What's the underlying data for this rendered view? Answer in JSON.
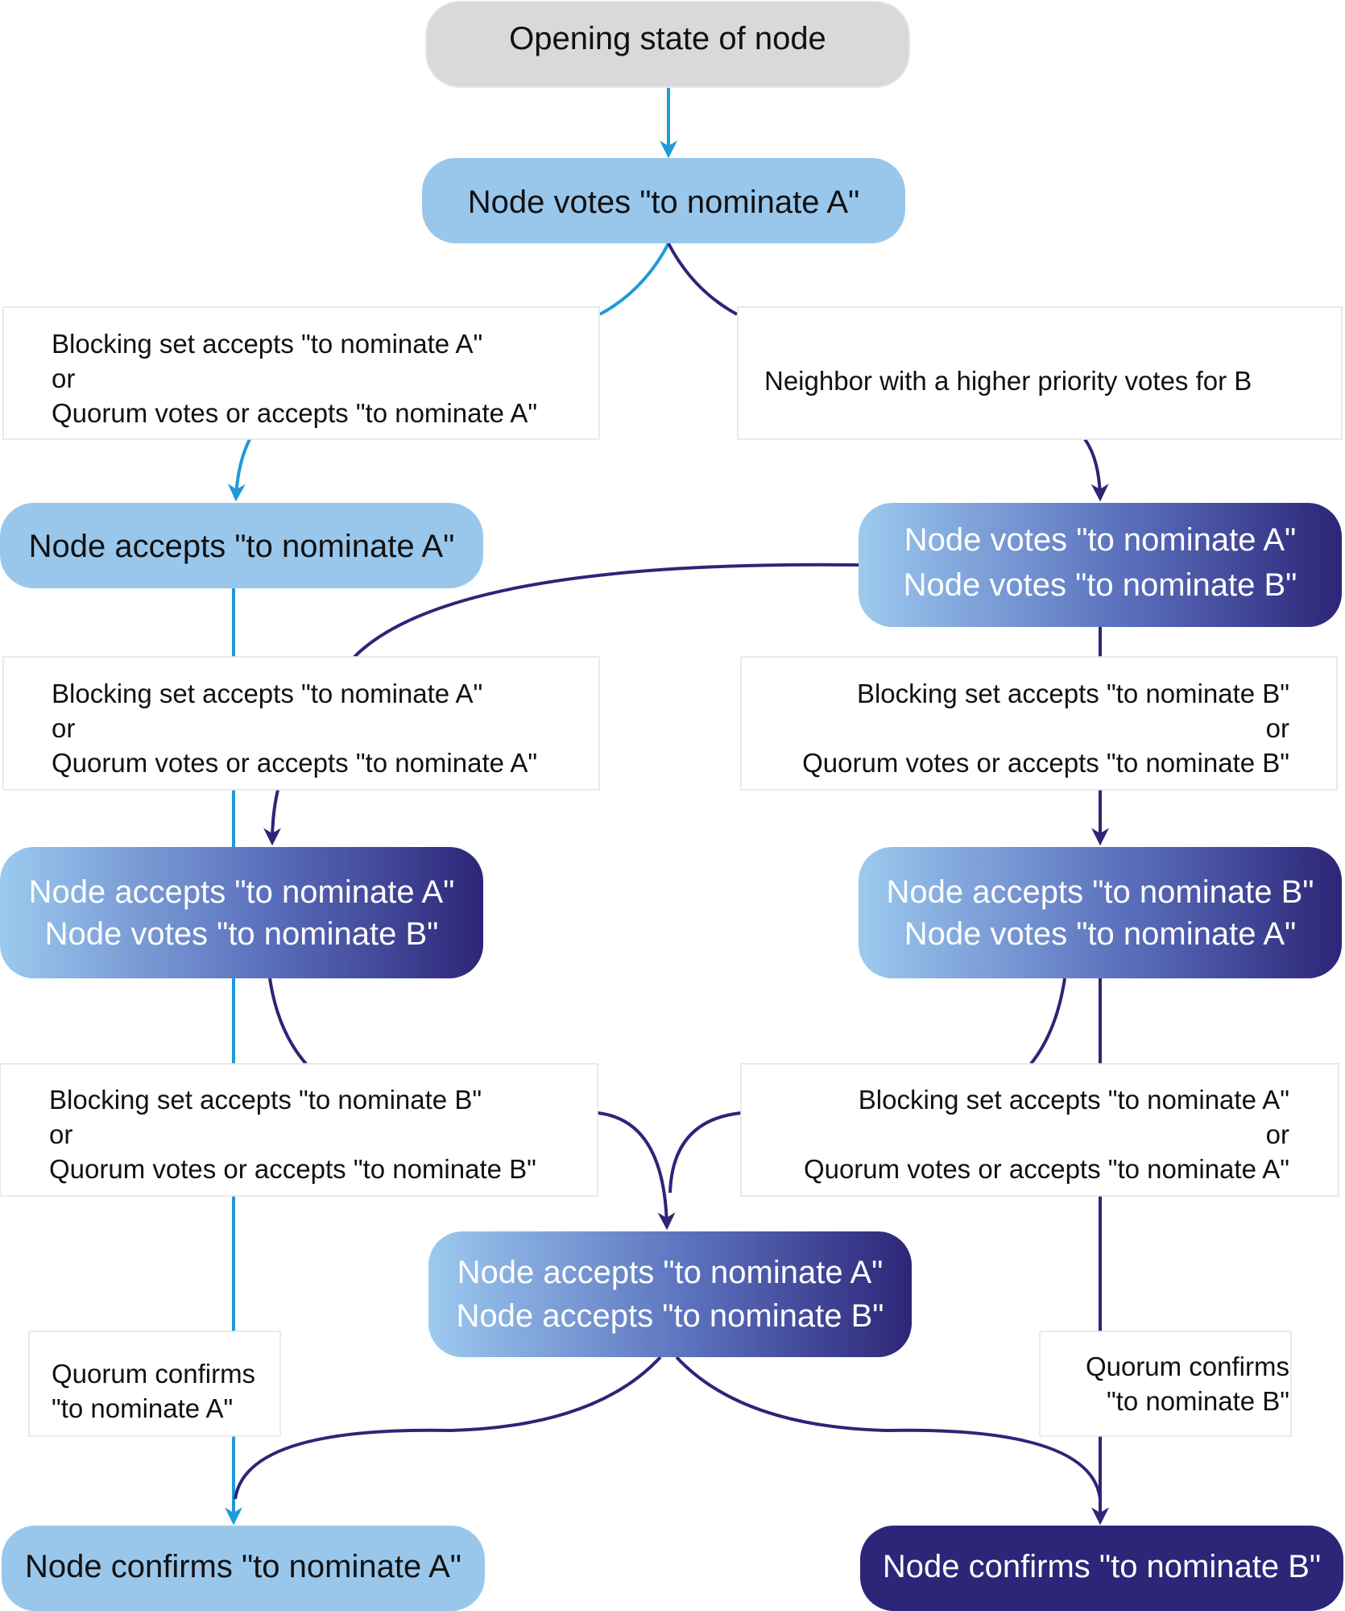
{
  "colors": {
    "light_node": "#99c7ec",
    "dark_node": "#2d2578",
    "start_node": "#d9d9d9",
    "arrow_light": "#1e9ad8",
    "arrow_dark": "#2d2578"
  },
  "nodes": {
    "opening": {
      "line1": "Opening state of node"
    },
    "votes_a": {
      "line1": "Node votes \"to nominate A\""
    },
    "accepts_a": {
      "line1": "Node accepts \"to nominate A\""
    },
    "votes_ab": {
      "line1": "Node votes \"to nominate A\"",
      "line2": "Node votes \"to nominate B\""
    },
    "accepts_a_votes_b": {
      "line1": "Node accepts \"to nominate A\"",
      "line2": "Node votes \"to nominate B\""
    },
    "accepts_b_votes_a": {
      "line1": "Node accepts \"to nominate B\"",
      "line2": "Node votes \"to nominate A\""
    },
    "accepts_ab": {
      "line1": "Node accepts \"to nominate A\"",
      "line2": "Node accepts \"to nominate B\""
    },
    "confirms_a": {
      "line1": "Node confirms \"to nominate A\""
    },
    "confirms_b": {
      "line1": "Node confirms \"to nominate B\""
    }
  },
  "conditions": {
    "c1": {
      "line1": "Blocking set accepts \"to nominate A\"",
      "line2": "or",
      "line3": "Quorum votes or accepts \"to nominate A\""
    },
    "c2": {
      "line1": "Neighbor with a higher priority votes for B"
    },
    "c3": {
      "line1": "Blocking set accepts \"to nominate A\"",
      "line2": "or",
      "line3": "Quorum votes or accepts \"to nominate A\""
    },
    "c4": {
      "line1": "Blocking set accepts \"to nominate B\"",
      "line2": "or",
      "line3": "Quorum votes or accepts \"to nominate B\""
    },
    "c5": {
      "line1": "Blocking set accepts \"to nominate B\"",
      "line2": "or",
      "line3": "Quorum votes or accepts \"to nominate B\""
    },
    "c6": {
      "line1": "Blocking set accepts \"to nominate A\"",
      "line2": "or",
      "line3": "Quorum votes or accepts \"to nominate A\""
    },
    "c7": {
      "line1": "Quorum confirms",
      "line2": "\"to nominate A\""
    },
    "c8": {
      "line1": "Quorum confirms",
      "line2": "\"to nominate B\""
    }
  }
}
